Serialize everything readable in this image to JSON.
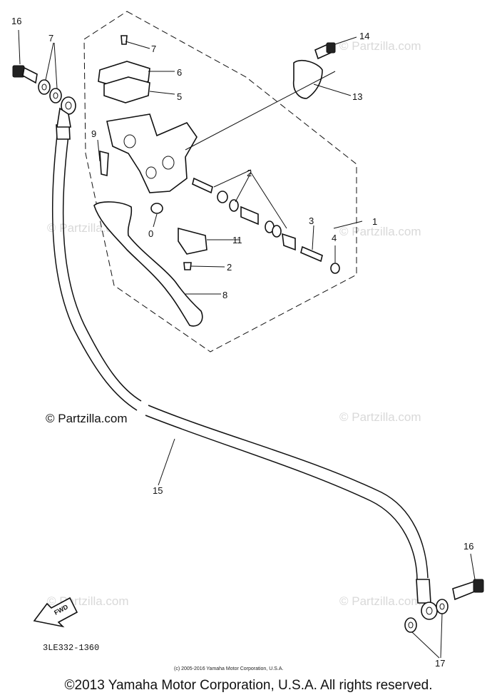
{
  "part_labels": {
    "p1": "1",
    "p2a": "2",
    "p2b": "2",
    "p3": "3",
    "p4": "4",
    "p5": "5",
    "p6": "6",
    "p7a": "7",
    "p7b": "7",
    "p8": "8",
    "p9": "9",
    "p10": "0",
    "p11": "11",
    "p13": "13",
    "p14": "14",
    "p15": "15",
    "p16a": "16",
    "p16b": "16",
    "p17": "17"
  },
  "watermark_text": "© Partzilla.com",
  "diagram_code": "3LE332-1360",
  "fwd_label": "FWD",
  "small_copyright": "(c) 2005-2016 Yamaha Motor Corporation, U.S.A.",
  "footer_copyright": "©2013 Yamaha Motor Corporation, U.S.A. All rights reserved."
}
